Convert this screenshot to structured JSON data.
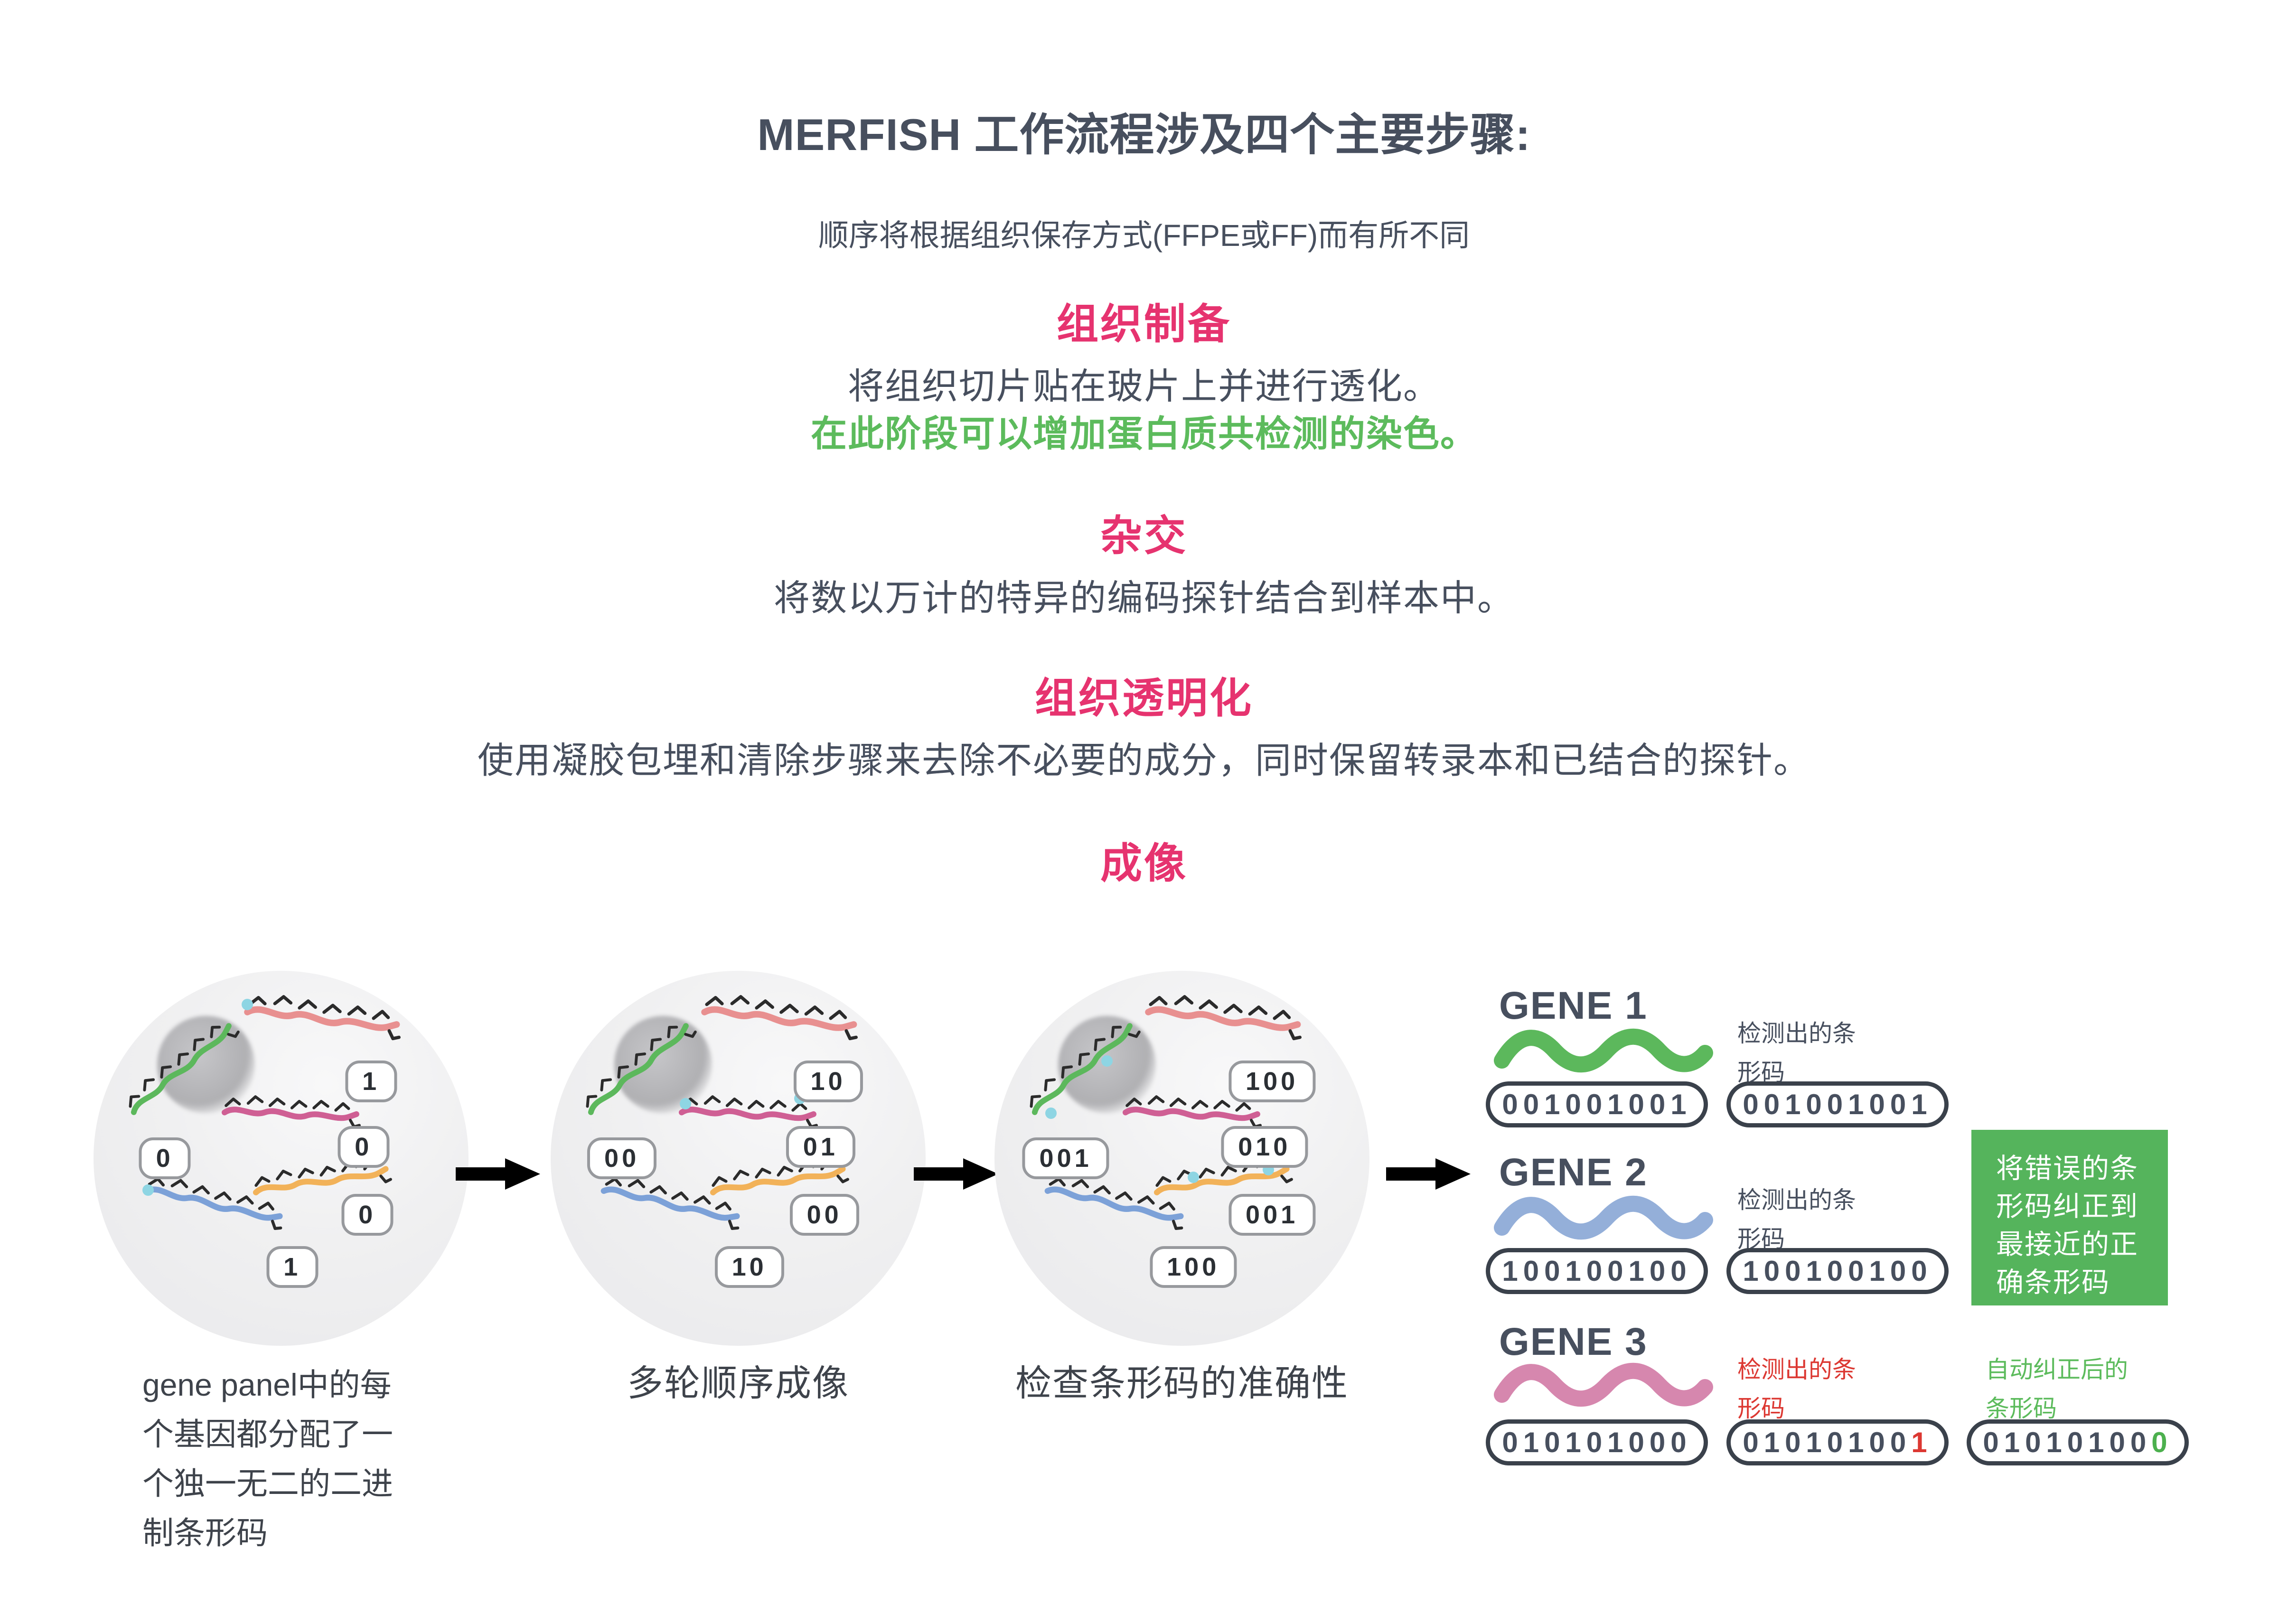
{
  "header": {
    "title": "MERFISH 工作流程涉及四个主要步骤:",
    "subtitle": "顺序将根据组织保存方式(FFPE或FF)而有所不同"
  },
  "steps": [
    {
      "title": "组织制备",
      "line1": "将组织切片贴在玻片上并进行透化。",
      "line2": "在此阶段可以增加蛋白质共检测的染色。"
    },
    {
      "title": "杂交",
      "line1": "将数以万计的特异的编码探针结合到样本中。"
    },
    {
      "title": "组织透明化",
      "line1": "使用凝胶包埋和清除步骤来去除不必要的成分，同时保留转录本和已结合的探针。"
    },
    {
      "title": "成像"
    }
  ],
  "flow": {
    "circles": [
      {
        "caption": "gene panel中的每\n个基因都分配了一\n个独一无二的二进\n制条形码",
        "barcodes": {
          "salmon": "1",
          "magenta": "0",
          "green": "0",
          "orange": "0",
          "blue": "1"
        }
      },
      {
        "caption": "多轮顺序成像",
        "barcodes": {
          "salmon": "10",
          "magenta": "01",
          "green": "00",
          "orange": "00",
          "blue": "10"
        }
      },
      {
        "caption": "检查条形码的准确性",
        "barcodes": {
          "salmon": "100",
          "magenta": "010",
          "green": "001",
          "orange": "001",
          "blue": "100"
        }
      }
    ],
    "genes": [
      {
        "name": "GENE 1",
        "detected_label": "检测出的条\n形码",
        "assigned_barcode": "001001001",
        "detected_barcode": "001001001"
      },
      {
        "name": "GENE 2",
        "detected_label": "检测出的条\n形码",
        "assigned_barcode": "100100100",
        "detected_barcode": "100100100"
      },
      {
        "name": "GENE 3",
        "detected_label": "检测出的条\n形码",
        "corrected_label": "自动纠正后的\n条形码",
        "assigned_barcode": "010101000",
        "detected_prefix": "01010100",
        "detected_error_digit": "1",
        "corrected_prefix": "01010100",
        "corrected_fixed_digit": "0"
      }
    ],
    "correction_note": "将错误的条\n形码纠正到\n最接近的正\n确条形码"
  },
  "colors": {
    "accent_pink": "#E6336F",
    "dark_text": "#474F5E",
    "green_text": "#5CBB5C",
    "green_box": "#55B45C",
    "red_text": "#DC3832",
    "strand_salmon": "#E89090",
    "strand_magenta": "#CF5F94",
    "strand_green": "#5CB85C",
    "strand_orange": "#F2B259",
    "strand_blue": "#7CA1D8",
    "gene3_wave_pink": "#D687AE",
    "fluorophore_cyan": "#8ED5E3"
  }
}
